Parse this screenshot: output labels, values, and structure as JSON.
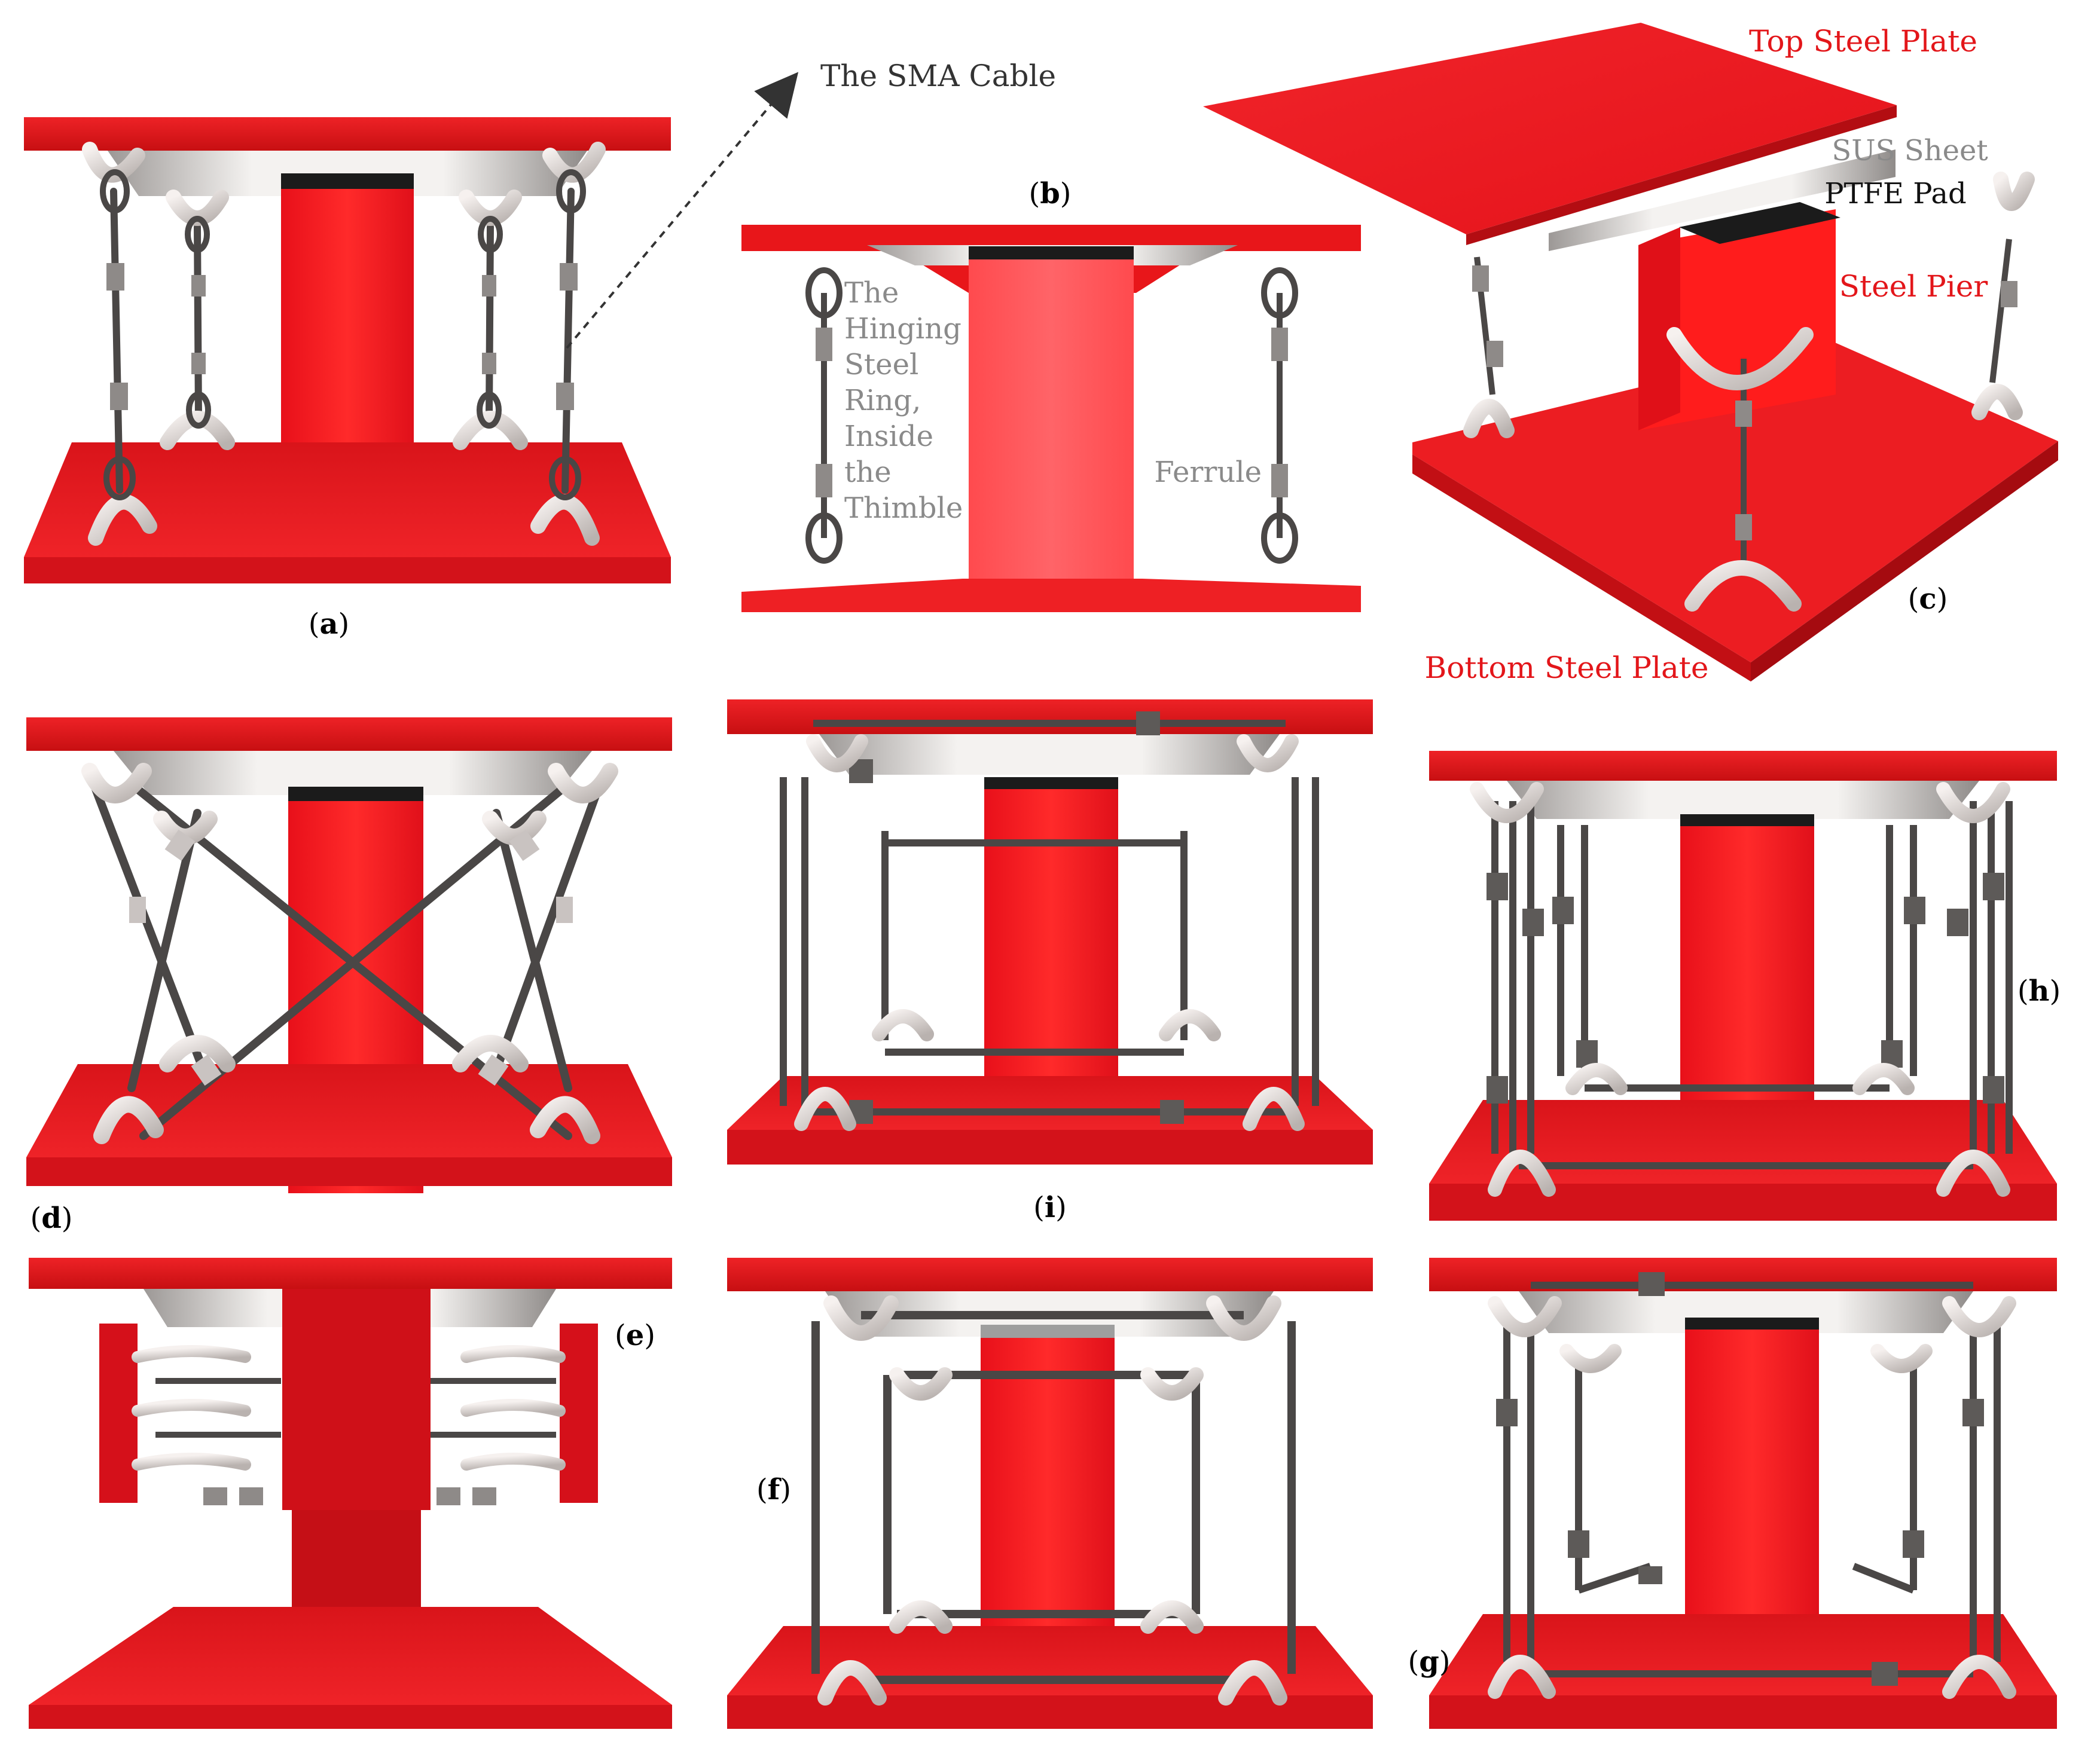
{
  "figure": {
    "panel_labels": {
      "a": {
        "letter": "a"
      },
      "b": {
        "letter": "b"
      },
      "c": {
        "letter": "c"
      },
      "d": {
        "letter": "d"
      },
      "e": {
        "letter": "e"
      },
      "f": {
        "letter": "f"
      },
      "g": {
        "letter": "g"
      },
      "h": {
        "letter": "h"
      },
      "i": {
        "letter": "i"
      }
    },
    "annotations": {
      "sma_cable": "The SMA Cable",
      "top_steel_plate": "Top Steel Plate",
      "sus_sheet": "SUS Sheet",
      "ptfe_pad": "PTFE Pad",
      "steel_pier": "Steel Pier",
      "bottom_steel_plate": "Bottom Steel Plate",
      "ferrule": "Ferrule",
      "hinging_ring": [
        "The",
        "Hinging",
        "Steel",
        "Ring,",
        "Inside",
        "the",
        "Thimble"
      ]
    },
    "colors": {
      "plate_red": "#e8161a",
      "plate_dark": "#b80d10",
      "pier_red": "#ff1c1c",
      "sus_silver": "#e9e6e3",
      "ptfe_black": "#1a1a1a",
      "cable_gray": "#4a4746",
      "ring_white": "#e9e2df",
      "label_red": "#e3161a",
      "label_gray": "#8a8a8a"
    }
  }
}
